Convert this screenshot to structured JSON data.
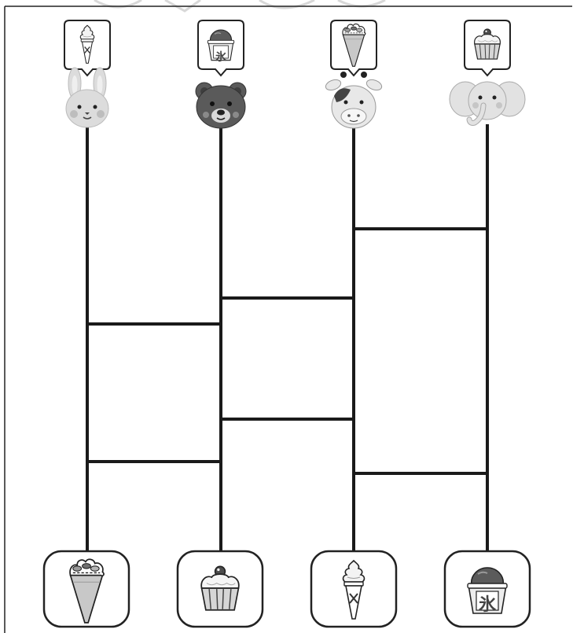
{
  "puzzle": {
    "kind": "amidakuji",
    "lanes": 4,
    "rungs": [
      {
        "between": [
          1,
          2
        ],
        "label": "rung-1-2-upper"
      },
      {
        "between": [
          1,
          2
        ],
        "label": "rung-1-2-lower"
      },
      {
        "between": [
          2,
          3
        ],
        "label": "rung-2-3-upper"
      },
      {
        "between": [
          2,
          3
        ],
        "label": "rung-2-3-lower"
      },
      {
        "between": [
          3,
          4
        ],
        "label": "rung-3-4-upper"
      },
      {
        "between": [
          3,
          4
        ],
        "label": "rung-3-4-lower"
      }
    ]
  },
  "top_row": [
    {
      "animal": "rabbit",
      "bubble_icon": "soft-serve-icon"
    },
    {
      "animal": "bear",
      "bubble_icon": "shaved-ice-icon"
    },
    {
      "animal": "cow",
      "bubble_icon": "crepe-icon"
    },
    {
      "animal": "elephant",
      "bubble_icon": "cupcake-icon"
    }
  ],
  "bottom_row": [
    {
      "icon": "crepe-icon"
    },
    {
      "icon": "cupcake-icon"
    },
    {
      "icon": "soft-serve-icon"
    },
    {
      "icon": "shaved-ice-icon"
    }
  ],
  "kanji_text": "氷",
  "soft_serve_cone_mark": "✕",
  "colors": {
    "line": "#1a1a1a",
    "bear": "#5a5a5a",
    "rabbit": "#dcdcdc",
    "elephant": "#e2e2e2",
    "cow": "#e8e8e8",
    "cheek": "#bdbdbd"
  }
}
